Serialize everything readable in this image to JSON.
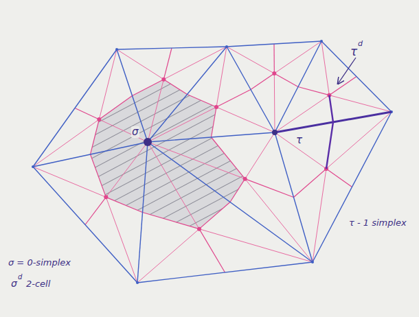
{
  "diagram": {
    "labels": [
      "τ",
      "d",
      "σ",
      "τ",
      "σ = 0-simplex",
      "τ - 1 simplex",
      "σ",
      "d",
      "2-cell"
    ]
  }
}
